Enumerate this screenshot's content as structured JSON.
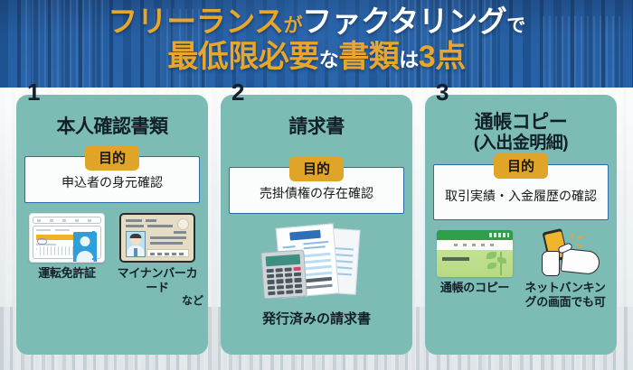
{
  "colors": {
    "header_blue": "#215a9c",
    "title_gold": "#e8a62a",
    "card_teal": "#7cbcb4",
    "badge_gold": "#e0a528",
    "box_border_blue": "#2e6ca8",
    "dark_text": "#12202a"
  },
  "header": {
    "title_line1_part1": "フリーランス",
    "title_line1_part2": "が",
    "title_line1_part3": "ファクタリング",
    "title_line1_part4": "で",
    "title_line2_part1": "最低限必要",
    "title_line2_part2": "な",
    "title_line2_part3": "書類",
    "title_line2_part4": "は",
    "title_line2_part5": "3点"
  },
  "cards": [
    {
      "number": "1",
      "title": "本人確認書類",
      "subtitle": "",
      "purpose_badge": "目的",
      "purpose_text": "申込者の身元確認",
      "icons": [
        {
          "art": "drivers-license-illustration",
          "caption": "運転免許証"
        },
        {
          "art": "mynumber-card-illustration",
          "caption": "マイナンバーカード"
        }
      ],
      "note": "など"
    },
    {
      "number": "2",
      "title": "請求書",
      "subtitle": "",
      "purpose_badge": "目的",
      "purpose_text": "売掛債権の存在確認",
      "icons": [
        {
          "art": "invoice-calculator-illustration",
          "caption": "発行済みの請求書"
        }
      ],
      "note": ""
    },
    {
      "number": "3",
      "title": "通帳コピー",
      "subtitle": "(入出金明細)",
      "purpose_badge": "目的",
      "purpose_text": "取引実績・入金履歴の確認",
      "icons": [
        {
          "art": "bank-passbook-illustration",
          "caption": "通帳のコピー"
        },
        {
          "art": "net-banking-phone-illustration",
          "caption": "ネットバンキングの画面でも可"
        }
      ],
      "note": ""
    }
  ]
}
